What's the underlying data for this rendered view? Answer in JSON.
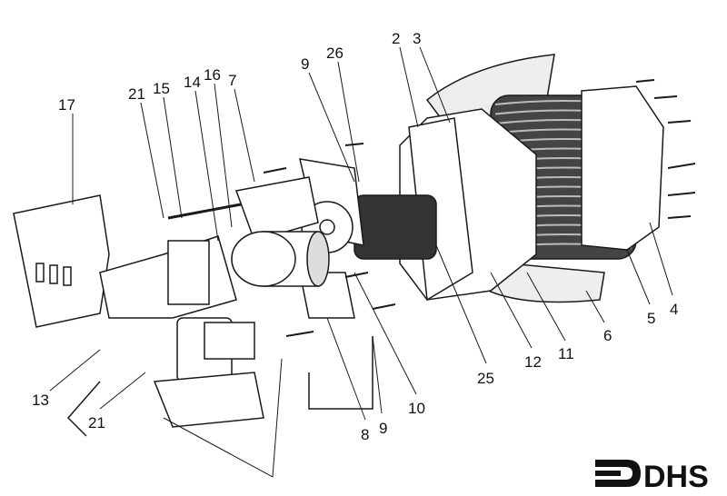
{
  "diagram": {
    "type": "exploded-parts-view",
    "part_labels": [
      "17",
      "21",
      "15",
      "14",
      "16",
      "7",
      "9",
      "26",
      "2",
      "3",
      "5",
      "4",
      "6",
      "11",
      "12",
      "25",
      "10",
      "9",
      "8",
      "13",
      "21"
    ]
  },
  "logo": {
    "text": "DHS"
  },
  "colors": {
    "ink": "#1a1a1a",
    "paper": "#ffffff",
    "shade": "#555555"
  }
}
